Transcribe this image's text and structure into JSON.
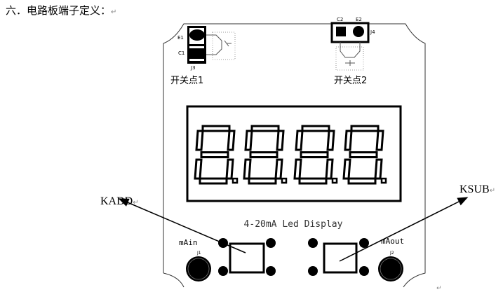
{
  "title": "六．电路板端子定义：",
  "return_mark": "↵",
  "board": {
    "switch1": {
      "label": "开关点1",
      "connector": "J3",
      "pin_top": "E1",
      "pin_bottom": "C1"
    },
    "switch2": {
      "label": "开关点2",
      "connector": "J4",
      "pin_left": "C2",
      "pin_right": "E2"
    },
    "display_label": "4-20mA Led Display",
    "input": {
      "label": "mAin",
      "connector": "J1"
    },
    "output": {
      "label": "mAout",
      "connector": "J2"
    }
  },
  "callouts": {
    "left": "KADD",
    "right": "KSUB"
  }
}
